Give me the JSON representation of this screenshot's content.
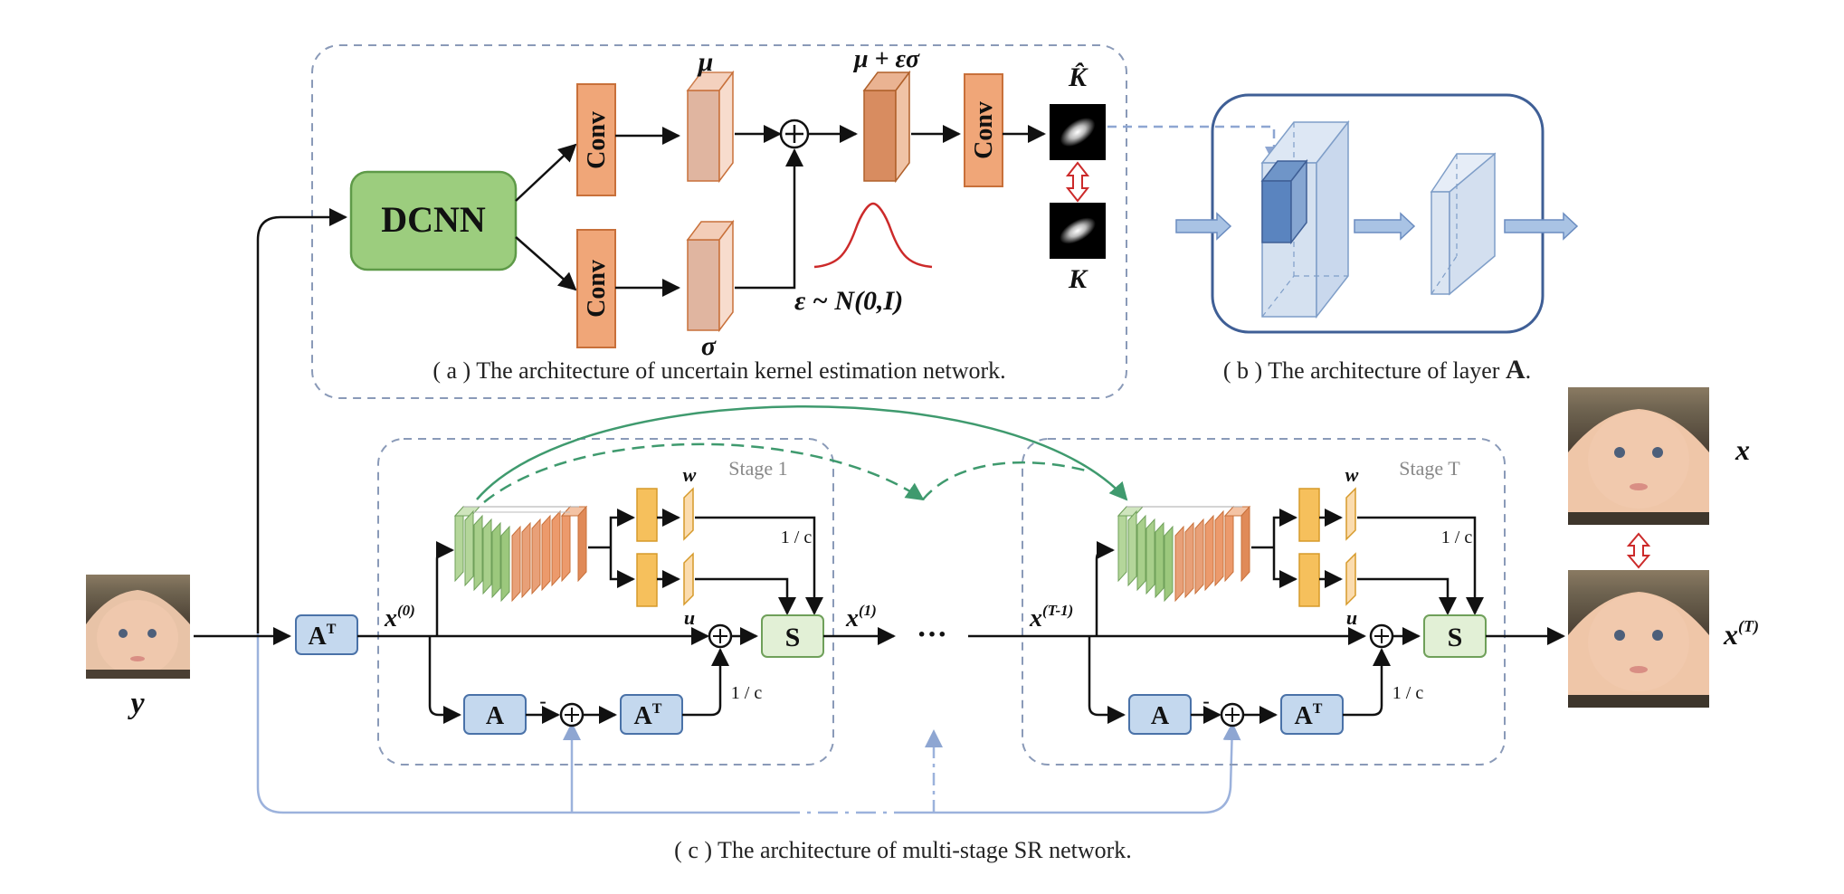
{
  "panel_a": {
    "caption": "( a ) The architecture of uncertain kernel estimation network.",
    "dcnn": "DCNN",
    "conv": "Conv",
    "mu": "μ",
    "sigma": "σ",
    "mu_eps_sigma": "μ + εσ",
    "kernel_hat": "K̂",
    "kernel": "K",
    "noise": "ε ~ N(0,I)",
    "plus": "+"
  },
  "panel_b": {
    "caption": "( b ) The architecture of layer ",
    "caption_bold": "A",
    "caption_end": "."
  },
  "panel_c": {
    "caption": "( c ) The architecture of multi-stage SR network.",
    "stage_1": "Stage 1",
    "stage_t": "Stage T",
    "y": "y",
    "x": "x",
    "x0": "x",
    "x0_sup": "(0)",
    "x1": "x",
    "x1_sup": "(1)",
    "xt1": "x",
    "xt1_sup": "(T-1)",
    "xt": "x",
    "xt_sup": "(T)",
    "a": "A",
    "at": "A",
    "at_sup": "T",
    "s": "S",
    "w": "w",
    "u": "u",
    "one_over_c": "1 / c",
    "minus": "-",
    "ellipsis": "···"
  },
  "colors": {
    "dashed_border": "#8a9ab8",
    "conv_fill": "#f0a678",
    "conv_stroke": "#c8703a",
    "dcnn_fill": "#9ccd7e",
    "dcnn_stroke": "#5e9a48",
    "blue_box": "#c4d8ee",
    "blue_stroke": "#4a72a8",
    "s_fill": "#e2f0d6",
    "s_stroke": "#6fa05a",
    "feedback": "#9cb2dc",
    "green_curve": "#3f9a6e",
    "red": "#cc2a2a",
    "bar_yellow": "#f6c05c"
  }
}
